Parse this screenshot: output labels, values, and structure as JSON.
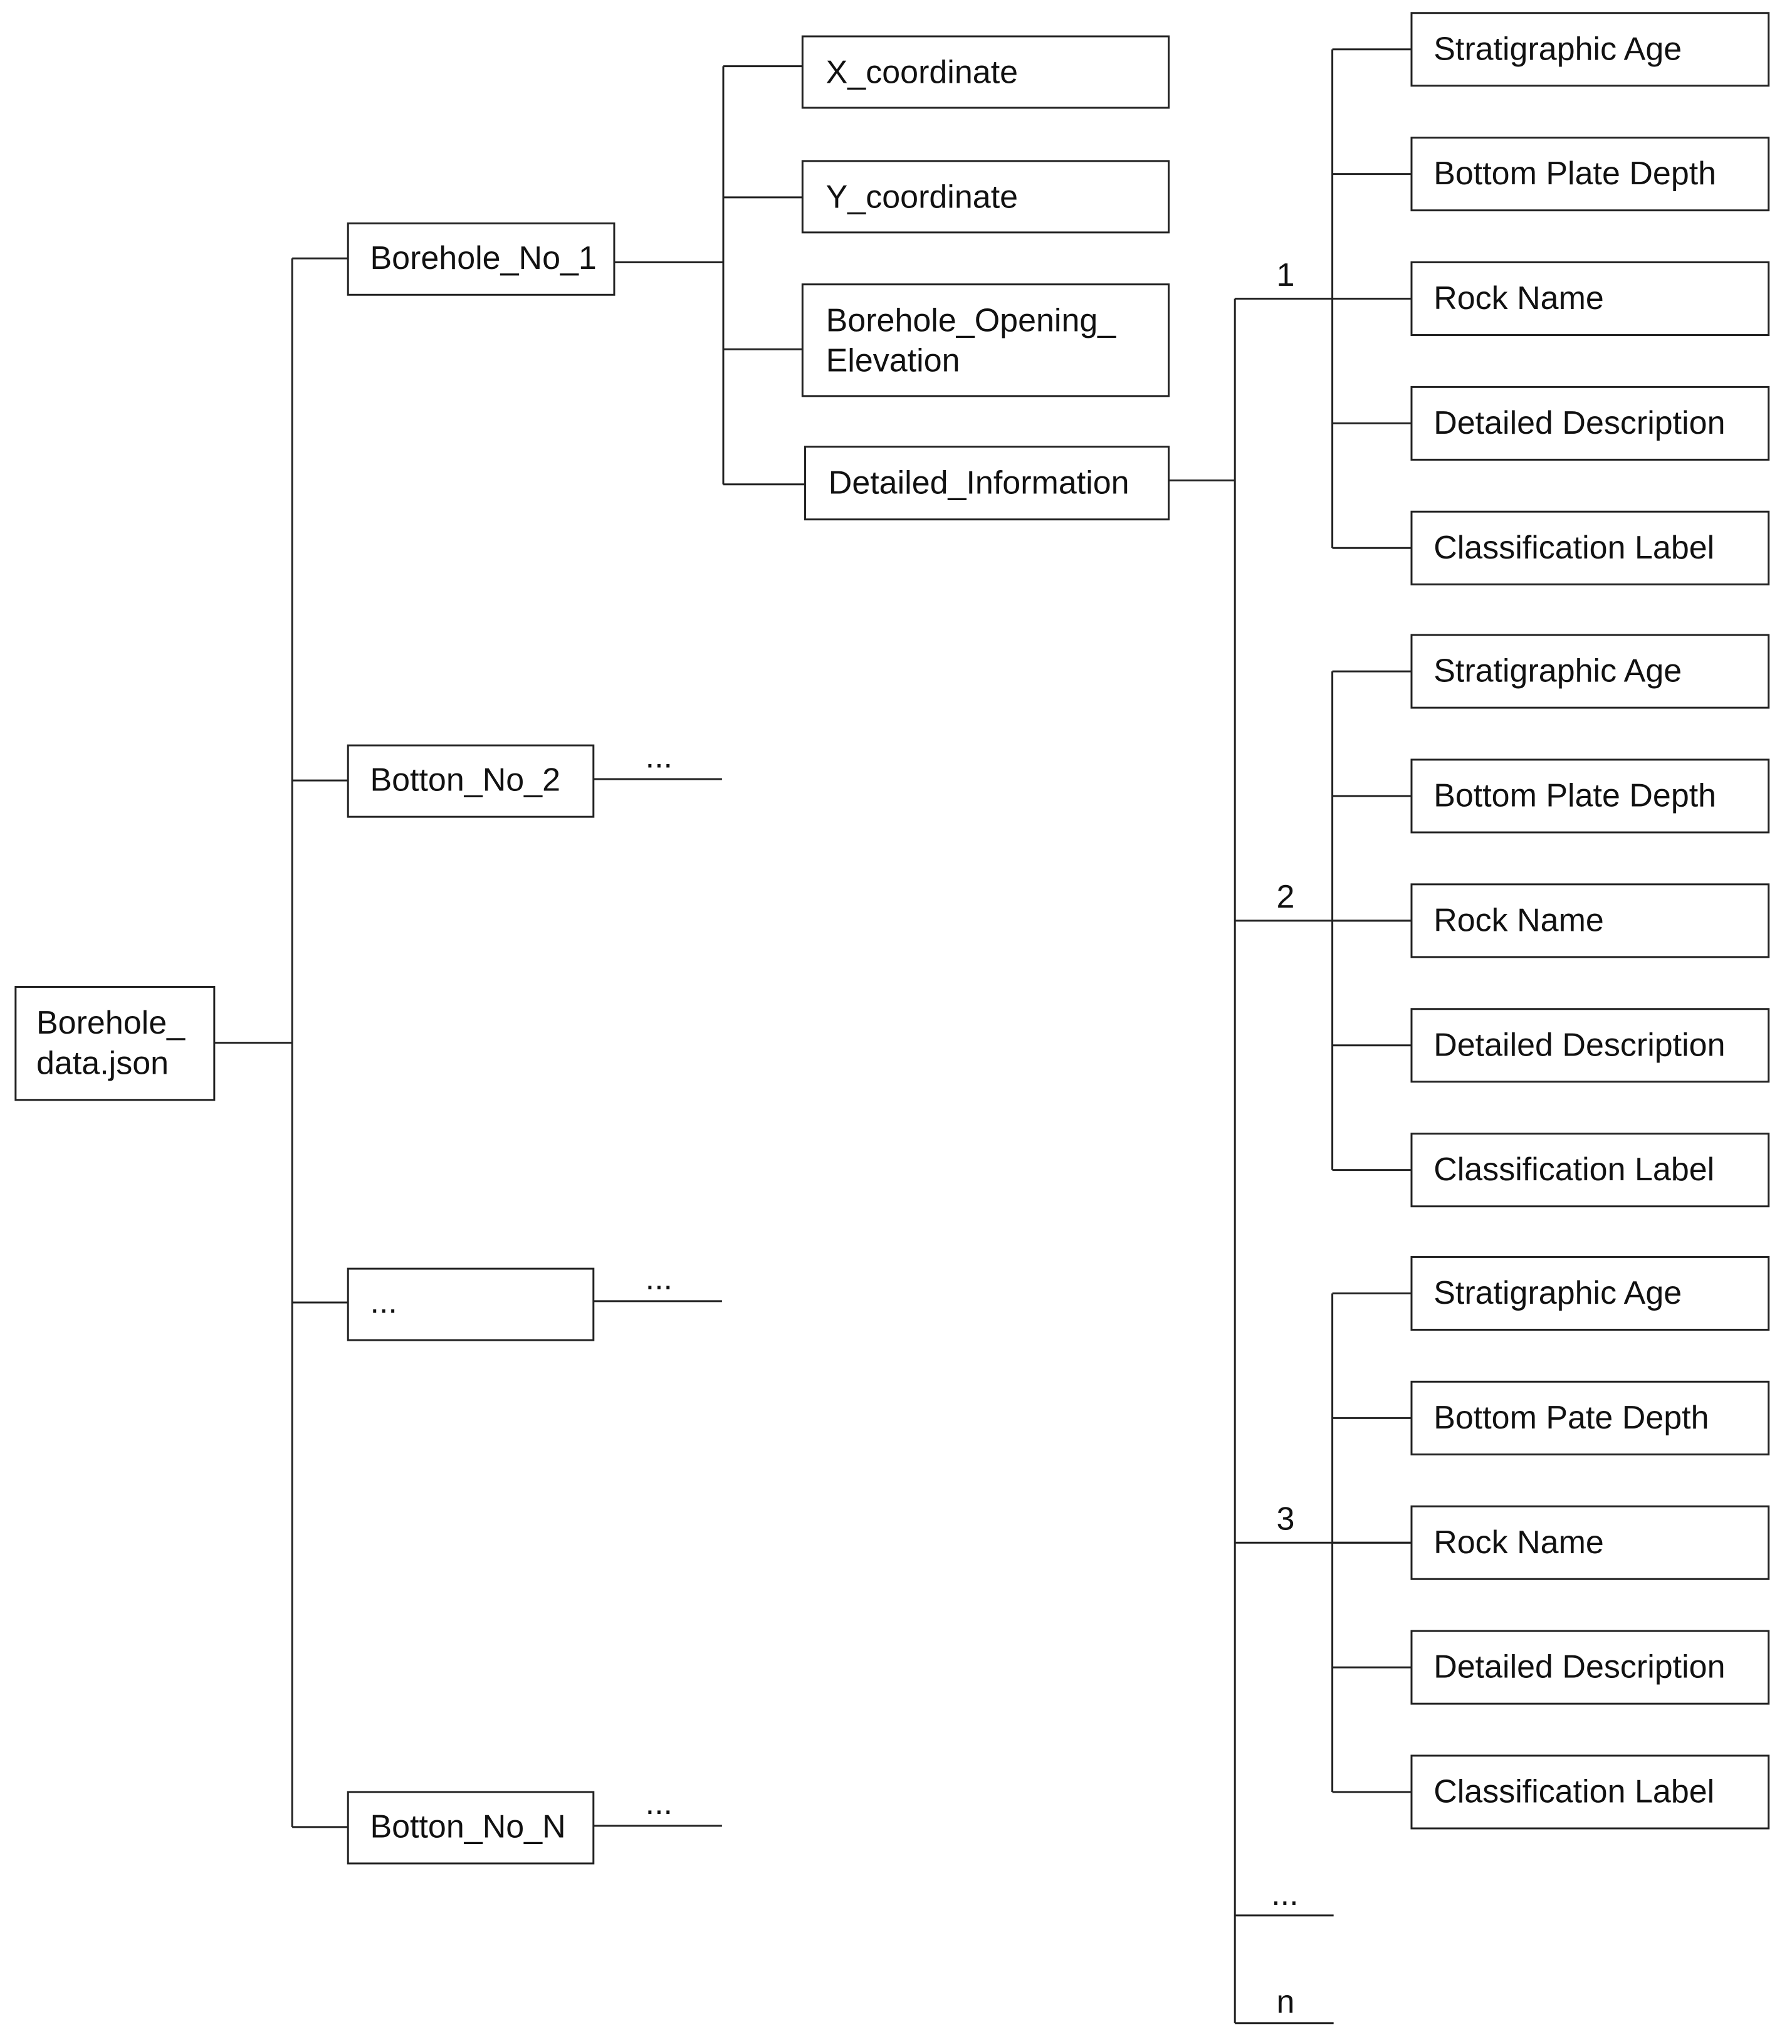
{
  "root": {
    "lines": [
      "Borehole_",
      "data.json"
    ]
  },
  "boreholes": [
    {
      "label": "Borehole_No_1"
    },
    {
      "label": "Botton_No_2",
      "continuation": "..."
    },
    {
      "label": "...",
      "continuation": "..."
    },
    {
      "label": "Botton_No_N",
      "continuation": "..."
    }
  ],
  "borehole_fields": [
    {
      "lines": [
        "X_coordinate"
      ]
    },
    {
      "lines": [
        "Y_coordinate"
      ]
    },
    {
      "lines": [
        "Borehole_Opening_",
        "Elevation"
      ]
    },
    {
      "lines": [
        "Detailed_Information"
      ]
    }
  ],
  "layers": [
    {
      "index": "1",
      "fields": [
        "Stratigraphic Age",
        "Bottom Plate Depth",
        "Rock Name",
        "Detailed Description",
        "Classification Label"
      ]
    },
    {
      "index": "2",
      "fields": [
        "Stratigraphic Age",
        "Bottom Plate Depth",
        "Rock Name",
        "Detailed Description",
        "Classification Label"
      ]
    },
    {
      "index": "3",
      "fields": [
        "Stratigraphic Age",
        "Bottom Pate Depth",
        "Rock Name",
        "Detailed Description",
        "Classification Label"
      ]
    }
  ],
  "layer_tail": [
    "...",
    "n"
  ]
}
